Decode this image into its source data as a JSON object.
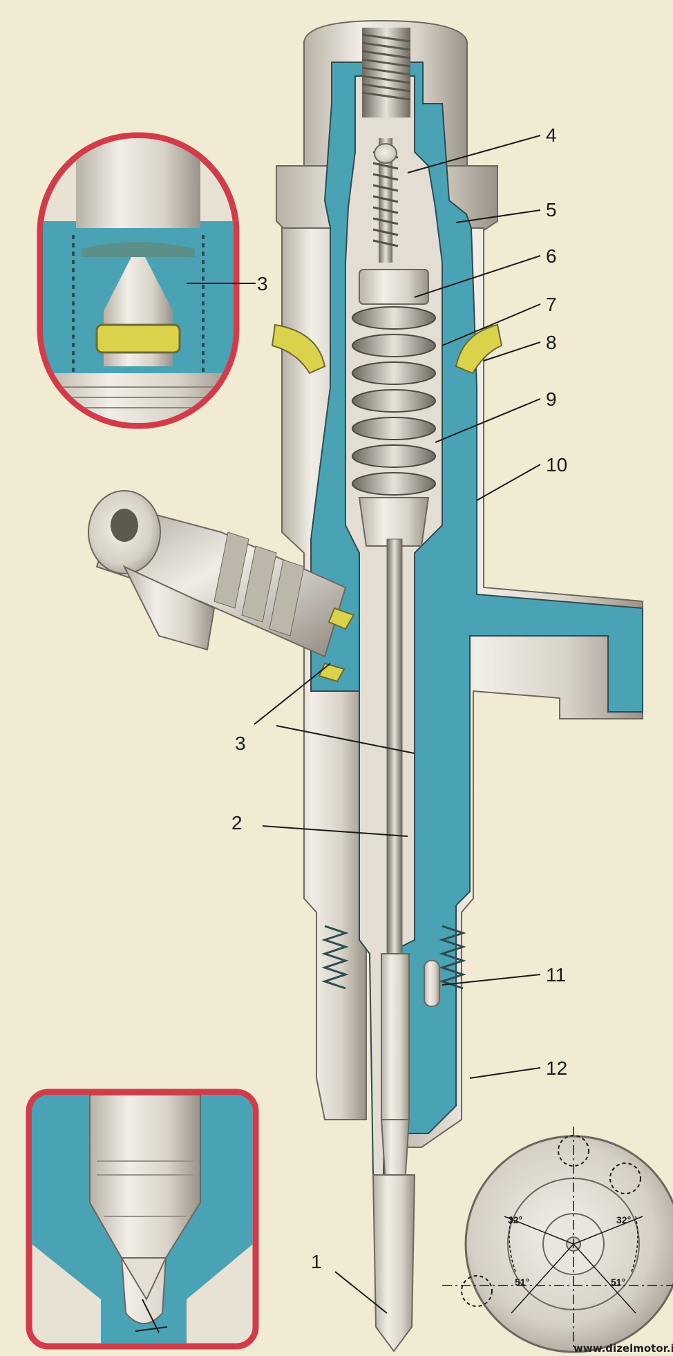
{
  "colors": {
    "background": "#f1ebd3",
    "section_blue": "#4aa3b5",
    "metal_light": "#e9e4dc",
    "metal_shade": "#bdb6ab",
    "metal_dark": "#8e877e",
    "washer_yellow": "#d9d24a",
    "inset_border": "#d23b4a",
    "leader_line": "#1a1a1a"
  },
  "callouts": [
    {
      "id": "c1",
      "label": "1"
    },
    {
      "id": "c2",
      "label": "2"
    },
    {
      "id": "c3a",
      "label": "3"
    },
    {
      "id": "c3b",
      "label": "3"
    },
    {
      "id": "c4",
      "label": "4"
    },
    {
      "id": "c5",
      "label": "5"
    },
    {
      "id": "c6",
      "label": "6"
    },
    {
      "id": "c7",
      "label": "7"
    },
    {
      "id": "c8",
      "label": "8"
    },
    {
      "id": "c9",
      "label": "9"
    },
    {
      "id": "c10",
      "label": "10"
    },
    {
      "id": "c11",
      "label": "11"
    },
    {
      "id": "c12",
      "label": "12"
    }
  ],
  "nozzle_view": {
    "angle_left_top": "32°",
    "angle_right_top": "32°",
    "angle_left_bottom": "51°",
    "angle_right_bottom": "51°"
  },
  "watermark": "www.dizelmotor.in"
}
